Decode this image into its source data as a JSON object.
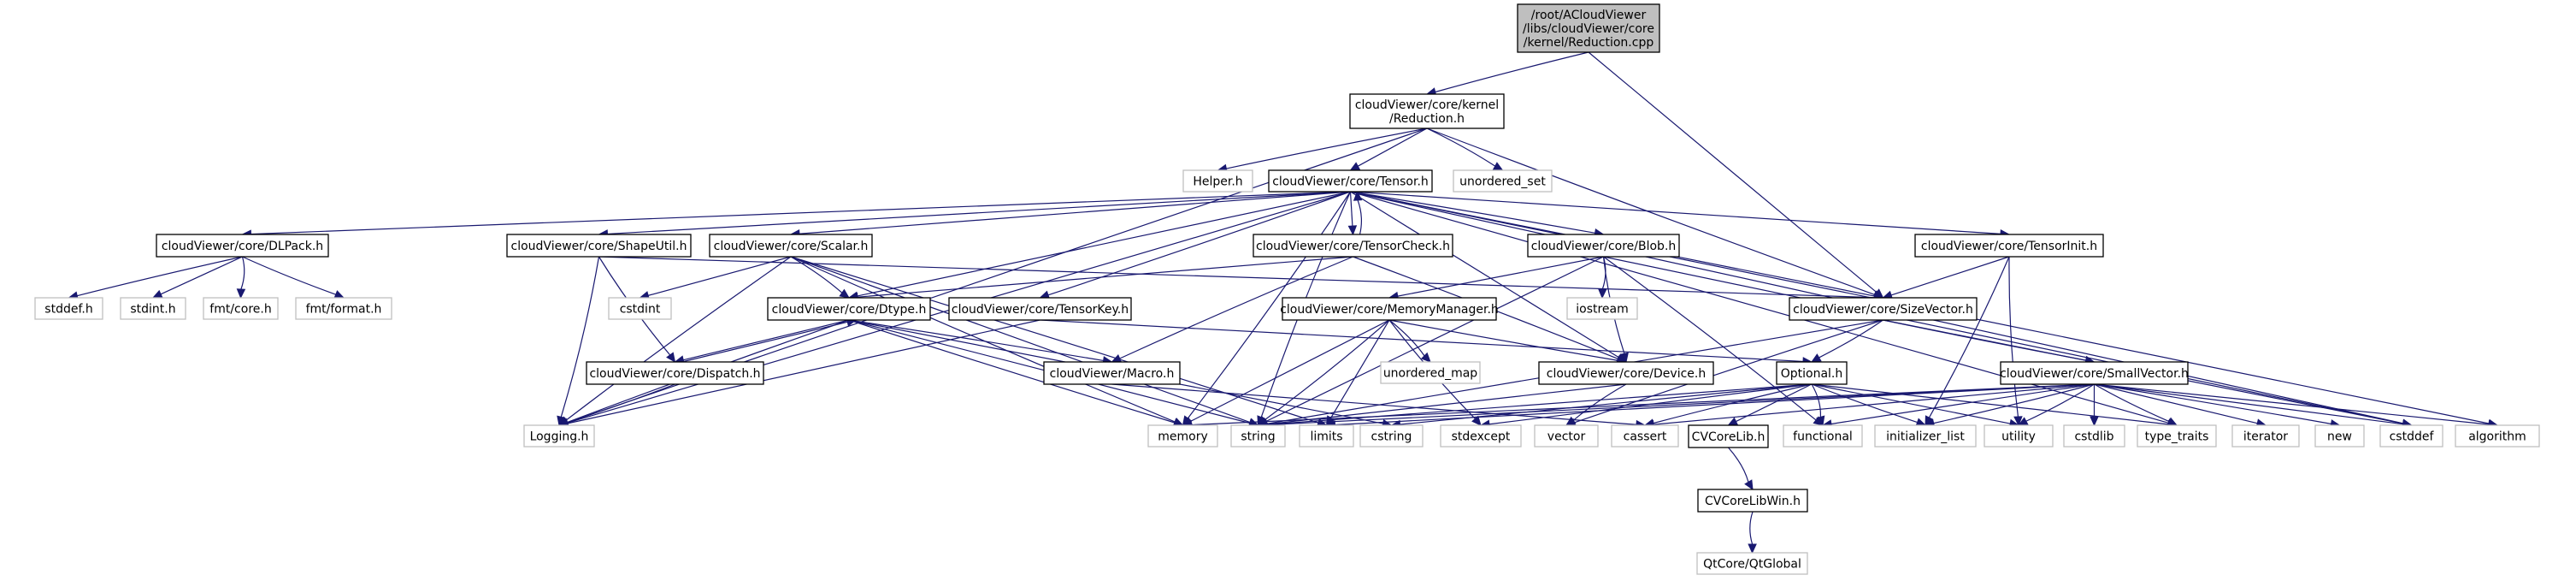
{
  "diagram": {
    "type": "include-dependency-graph",
    "edge_color": "#191970",
    "root_fill": "#bfbfbf",
    "external_border": "#bfbfbf",
    "internal_border": "#000000",
    "nodes": [
      {
        "id": "root",
        "label": [
          "/root/ACloudViewer",
          "/libs/cloudViewer/core",
          "/kernel/Reduction.cpp"
        ],
        "kind": "root"
      },
      {
        "id": "reduction_h",
        "label": [
          "cloudViewer/core/kernel",
          "/Reduction.h"
        ],
        "kind": "internal"
      },
      {
        "id": "helper_h",
        "label": [
          "Helper.h"
        ],
        "kind": "external"
      },
      {
        "id": "tensor_h",
        "label": [
          "cloudViewer/core/Tensor.h"
        ],
        "kind": "internal"
      },
      {
        "id": "unordered_set",
        "label": [
          "unordered_set"
        ],
        "kind": "external"
      },
      {
        "id": "dlpack_h",
        "label": [
          "cloudViewer/core/DLPack.h"
        ],
        "kind": "internal"
      },
      {
        "id": "shapeutil_h",
        "label": [
          "cloudViewer/core/ShapeUtil.h"
        ],
        "kind": "internal"
      },
      {
        "id": "scalar_h",
        "label": [
          "cloudViewer/core/Scalar.h"
        ],
        "kind": "internal"
      },
      {
        "id": "tensorcheck_h",
        "label": [
          "cloudViewer/core/TensorCheck.h"
        ],
        "kind": "internal"
      },
      {
        "id": "blob_h",
        "label": [
          "cloudViewer/core/Blob.h"
        ],
        "kind": "internal"
      },
      {
        "id": "tensorinit_h",
        "label": [
          "cloudViewer/core/TensorInit.h"
        ],
        "kind": "internal"
      },
      {
        "id": "stddef_h",
        "label": [
          "stddef.h"
        ],
        "kind": "external"
      },
      {
        "id": "stdint_h",
        "label": [
          "stdint.h"
        ],
        "kind": "external"
      },
      {
        "id": "fmt_core_h",
        "label": [
          "fmt/core.h"
        ],
        "kind": "external"
      },
      {
        "id": "fmt_format_h",
        "label": [
          "fmt/format.h"
        ],
        "kind": "external"
      },
      {
        "id": "cstdint",
        "label": [
          "cstdint"
        ],
        "kind": "external"
      },
      {
        "id": "dtype_h",
        "label": [
          "cloudViewer/core/Dtype.h"
        ],
        "kind": "internal"
      },
      {
        "id": "tensorkey_h",
        "label": [
          "cloudViewer/core/TensorKey.h"
        ],
        "kind": "internal"
      },
      {
        "id": "memorymanager_h",
        "label": [
          "cloudViewer/core/MemoryManager.h"
        ],
        "kind": "internal"
      },
      {
        "id": "iostream",
        "label": [
          "iostream"
        ],
        "kind": "external"
      },
      {
        "id": "sizevector_h",
        "label": [
          "cloudViewer/core/SizeVector.h"
        ],
        "kind": "internal"
      },
      {
        "id": "dispatch_h",
        "label": [
          "cloudViewer/core/Dispatch.h"
        ],
        "kind": "internal"
      },
      {
        "id": "macro_h",
        "label": [
          "cloudViewer/Macro.h"
        ],
        "kind": "internal"
      },
      {
        "id": "unordered_map",
        "label": [
          "unordered_map"
        ],
        "kind": "external"
      },
      {
        "id": "device_h",
        "label": [
          "cloudViewer/core/Device.h"
        ],
        "kind": "internal"
      },
      {
        "id": "optional_h",
        "label": [
          "Optional.h"
        ],
        "kind": "internal"
      },
      {
        "id": "smallvector_h",
        "label": [
          "cloudViewer/core/SmallVector.h"
        ],
        "kind": "internal"
      },
      {
        "id": "logging_h",
        "label": [
          "Logging.h"
        ],
        "kind": "external"
      },
      {
        "id": "memory",
        "label": [
          "memory"
        ],
        "kind": "external"
      },
      {
        "id": "string",
        "label": [
          "string"
        ],
        "kind": "external"
      },
      {
        "id": "limits",
        "label": [
          "limits"
        ],
        "kind": "external"
      },
      {
        "id": "cstring",
        "label": [
          "cstring"
        ],
        "kind": "external"
      },
      {
        "id": "stdexcept",
        "label": [
          "stdexcept"
        ],
        "kind": "external"
      },
      {
        "id": "vector",
        "label": [
          "vector"
        ],
        "kind": "external"
      },
      {
        "id": "cassert",
        "label": [
          "cassert"
        ],
        "kind": "external"
      },
      {
        "id": "cvcorelib_h",
        "label": [
          "CVCoreLib.h"
        ],
        "kind": "internal"
      },
      {
        "id": "functional",
        "label": [
          "functional"
        ],
        "kind": "external"
      },
      {
        "id": "initializer_list",
        "label": [
          "initializer_list"
        ],
        "kind": "external"
      },
      {
        "id": "utility",
        "label": [
          "utility"
        ],
        "kind": "external"
      },
      {
        "id": "cstdlib",
        "label": [
          "cstdlib"
        ],
        "kind": "external"
      },
      {
        "id": "type_traits",
        "label": [
          "type_traits"
        ],
        "kind": "external"
      },
      {
        "id": "iterator",
        "label": [
          "iterator"
        ],
        "kind": "external"
      },
      {
        "id": "new",
        "label": [
          "new"
        ],
        "kind": "external"
      },
      {
        "id": "cstddef",
        "label": [
          "cstddef"
        ],
        "kind": "external"
      },
      {
        "id": "algorithm",
        "label": [
          "algorithm"
        ],
        "kind": "external"
      },
      {
        "id": "cvcorelibwin_h",
        "label": [
          "CVCoreLibWin.h"
        ],
        "kind": "internal"
      },
      {
        "id": "qtglobal",
        "label": [
          "QtCore/QtGlobal"
        ],
        "kind": "external"
      }
    ],
    "edges": [
      [
        "root",
        "reduction_h"
      ],
      [
        "root",
        "sizevector_h"
      ],
      [
        "reduction_h",
        "logging_h"
      ],
      [
        "reduction_h",
        "helper_h"
      ],
      [
        "reduction_h",
        "tensor_h"
      ],
      [
        "reduction_h",
        "unordered_set"
      ],
      [
        "reduction_h",
        "sizevector_h"
      ],
      [
        "tensor_h",
        "dlpack_h"
      ],
      [
        "tensor_h",
        "shapeutil_h"
      ],
      [
        "tensor_h",
        "scalar_h"
      ],
      [
        "tensor_h",
        "tensorcheck_h"
      ],
      [
        "tensor_h",
        "blob_h"
      ],
      [
        "tensor_h",
        "tensorinit_h"
      ],
      [
        "tensor_h",
        "dtype_h"
      ],
      [
        "tensor_h",
        "tensorkey_h"
      ],
      [
        "tensor_h",
        "sizevector_h"
      ],
      [
        "tensor_h",
        "device_h"
      ],
      [
        "tensor_h",
        "memory"
      ],
      [
        "tensor_h",
        "string"
      ],
      [
        "tensor_h",
        "cstddef"
      ],
      [
        "tensor_h",
        "algorithm"
      ],
      [
        "tensor_h",
        "type_traits"
      ],
      [
        "tensor_h",
        "logging_h"
      ],
      [
        "tensorcheck_h",
        "tensor_h"
      ],
      [
        "dlpack_h",
        "stddef_h"
      ],
      [
        "dlpack_h",
        "stdint_h"
      ],
      [
        "dlpack_h",
        "fmt_core_h"
      ],
      [
        "dlpack_h",
        "fmt_format_h"
      ],
      [
        "shapeutil_h",
        "sizevector_h"
      ],
      [
        "shapeutil_h",
        "logging_h"
      ],
      [
        "shapeutil_h",
        "dispatch_h"
      ],
      [
        "scalar_h",
        "cstdint"
      ],
      [
        "scalar_h",
        "dtype_h"
      ],
      [
        "scalar_h",
        "logging_h"
      ],
      [
        "scalar_h",
        "string"
      ],
      [
        "scalar_h",
        "limits"
      ],
      [
        "scalar_h",
        "memory"
      ],
      [
        "tensorcheck_h",
        "dtype_h"
      ],
      [
        "tensorcheck_h",
        "device_h"
      ],
      [
        "tensorcheck_h",
        "macro_h"
      ],
      [
        "blob_h",
        "memorymanager_h"
      ],
      [
        "blob_h",
        "iostream"
      ],
      [
        "blob_h",
        "device_h"
      ],
      [
        "blob_h",
        "string"
      ],
      [
        "blob_h",
        "functional"
      ],
      [
        "blob_h",
        "cstddef"
      ],
      [
        "tensorinit_h",
        "sizevector_h"
      ],
      [
        "tensorinit_h",
        "initializer_list"
      ],
      [
        "tensorinit_h",
        "utility"
      ],
      [
        "dtype_h",
        "dispatch_h"
      ],
      [
        "dtype_h",
        "macro_h"
      ],
      [
        "dtype_h",
        "logging_h"
      ],
      [
        "dtype_h",
        "string"
      ],
      [
        "dtype_h",
        "cstring"
      ],
      [
        "dtype_h",
        "memory"
      ],
      [
        "dispatch_h",
        "dtype_h"
      ],
      [
        "dispatch_h",
        "logging_h"
      ],
      [
        "tensorkey_h",
        "optional_h"
      ],
      [
        "tensorkey_h",
        "logging_h"
      ],
      [
        "memorymanager_h",
        "unordered_map"
      ],
      [
        "memorymanager_h",
        "device_h"
      ],
      [
        "memorymanager_h",
        "memory"
      ],
      [
        "memorymanager_h",
        "string"
      ],
      [
        "memorymanager_h",
        "stdexcept"
      ],
      [
        "memorymanager_h",
        "limits"
      ],
      [
        "macro_h",
        "cassert"
      ],
      [
        "device_h",
        "vector"
      ],
      [
        "device_h",
        "string"
      ],
      [
        "sizevector_h",
        "optional_h"
      ],
      [
        "sizevector_h",
        "smallvector_h"
      ],
      [
        "sizevector_h",
        "cstddef"
      ],
      [
        "sizevector_h",
        "string"
      ],
      [
        "sizevector_h",
        "vector"
      ],
      [
        "optional_h",
        "cvcorelib_h"
      ],
      [
        "optional_h",
        "functional"
      ],
      [
        "optional_h",
        "initializer_list"
      ],
      [
        "optional_h",
        "utility"
      ],
      [
        "optional_h",
        "type_traits"
      ],
      [
        "optional_h",
        "cassert"
      ],
      [
        "optional_h",
        "stdexcept"
      ],
      [
        "optional_h",
        "string"
      ],
      [
        "optional_h",
        "cstring"
      ],
      [
        "smallvector_h",
        "cstdlib"
      ],
      [
        "smallvector_h",
        "utility"
      ],
      [
        "smallvector_h",
        "type_traits"
      ],
      [
        "smallvector_h",
        "iterator"
      ],
      [
        "smallvector_h",
        "new"
      ],
      [
        "smallvector_h",
        "cstddef"
      ],
      [
        "smallvector_h",
        "algorithm"
      ],
      [
        "smallvector_h",
        "initializer_list"
      ],
      [
        "smallvector_h",
        "functional"
      ],
      [
        "smallvector_h",
        "cassert"
      ],
      [
        "smallvector_h",
        "limits"
      ],
      [
        "smallvector_h",
        "string"
      ],
      [
        "smallvector_h",
        "memory"
      ],
      [
        "cvcorelib_h",
        "cvcorelibwin_h"
      ],
      [
        "cvcorelibwin_h",
        "qtglobal"
      ]
    ]
  }
}
